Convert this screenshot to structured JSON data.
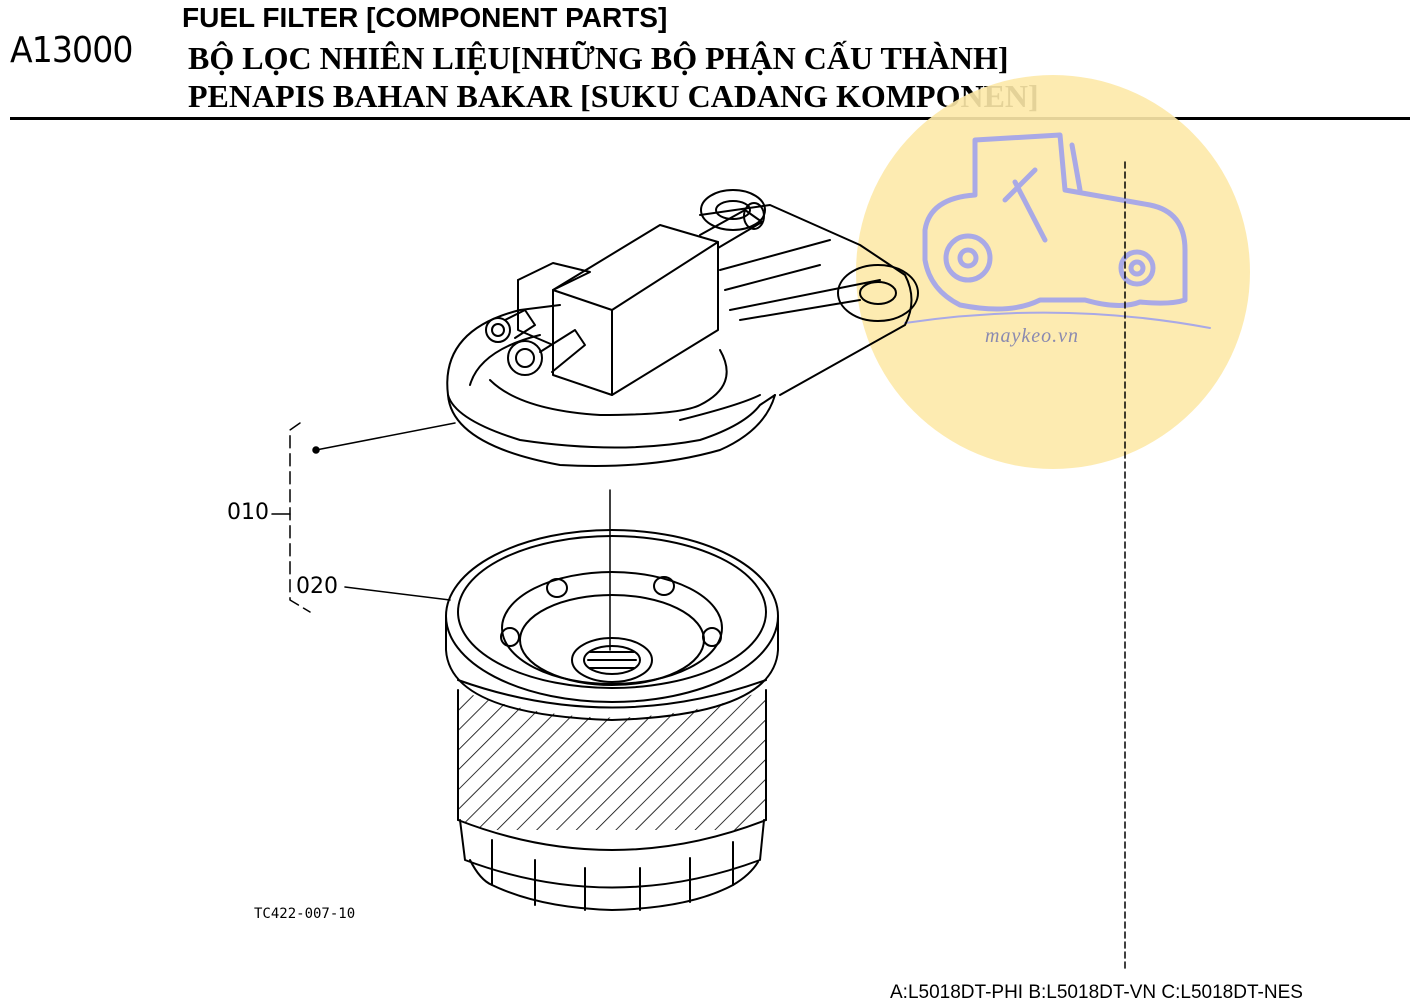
{
  "header": {
    "section_code": "A13000",
    "title_en": "FUEL FILTER [COMPONENT PARTS]",
    "title_vi": "BỘ LỌC NHIÊN LIỆU[NHỮNG BỘ PHẬN CẤU THÀNH]",
    "title_ms": "PENAPIS BAHAN BAKAR [SUKU CADANG KOMPONEN]"
  },
  "callouts": [
    {
      "id": "010"
    },
    {
      "id": "020"
    }
  ],
  "figure_code": "TC422-007-10",
  "model_codes": "A:L5018DT-PHI B:L5018DT-VN C:L5018DT-NES",
  "watermark": {
    "text": "maykeo.vn",
    "circle_color": "#fde9a8",
    "tractor_color": "#a9a9e6"
  }
}
